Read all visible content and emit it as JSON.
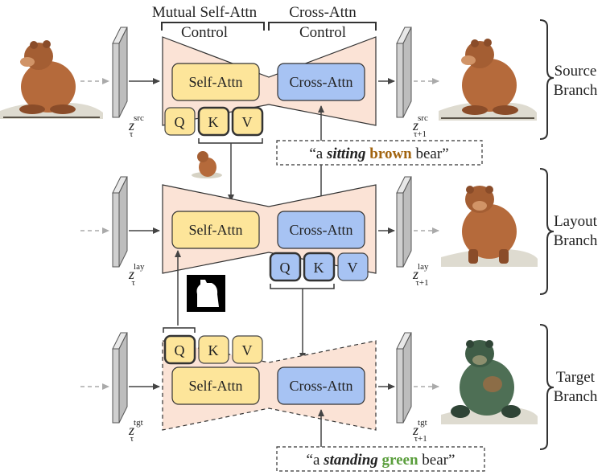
{
  "header": {
    "mutual_self_attn": "Mutual Self-Attn",
    "cross_attn": "Cross-Attn",
    "control_left": "Control",
    "control_right": "Control"
  },
  "blocks": {
    "self_attn": "Self-Attn",
    "cross_attn": "Cross-Attn",
    "q": "Q",
    "k": "K",
    "v": "V"
  },
  "latents": {
    "z": "z",
    "tau": "τ",
    "tau_plus_1": "τ+1",
    "src": "src",
    "lay": "lay",
    "tgt": "tgt"
  },
  "prompts": {
    "source": {
      "open_quote": "“a ",
      "verb": "sitting",
      "color_word": "brown",
      "tail": " bear”",
      "color_hex": "#a2640f"
    },
    "target": {
      "open_quote": "“a ",
      "verb": "standing",
      "color_word": "green",
      "tail": " bear”",
      "color_hex": "#5a9e3c"
    }
  },
  "branches": {
    "source": [
      "Source",
      "Branch"
    ],
    "layout": [
      "Layout",
      "Branch"
    ],
    "target": [
      "Target",
      "Branch"
    ]
  },
  "colors": {
    "unet_fill": "#fbe3d6",
    "self_attn_fill": "#fde59a",
    "cross_attn_fill": "#a7c3f3",
    "latent_fill": "#cfcfcf"
  }
}
